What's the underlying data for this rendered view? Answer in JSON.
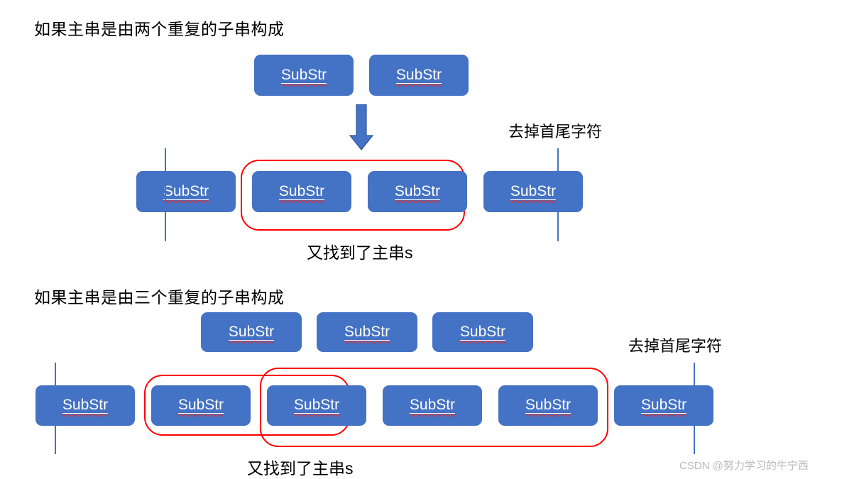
{
  "colors": {
    "box_fill": "#4472C4",
    "box_text": "#FFFFFF",
    "highlight_border": "#FF0000",
    "cut_line": "#4472C4",
    "arrow": "#4472C4",
    "background": "#FFFFFF",
    "spellcheck_underline": "#E03030",
    "watermark": "#B9B9B9"
  },
  "box_label": "SubStr",
  "sections": [
    {
      "id": "two-substrings",
      "title": "如果主串是由两个重复的子串构成",
      "source_row": {
        "boxes": [
          "SubStr",
          "SubStr"
        ]
      },
      "arrow": "down-arrow",
      "result_row": {
        "boxes": [
          "SubStr",
          "SubStr",
          "SubStr",
          "SubStr"
        ],
        "highlight_indices": [
          1,
          2
        ]
      },
      "cut_label": "去掉首尾字符",
      "caption": "又找到了主串s"
    },
    {
      "id": "three-substrings",
      "title": "如果主串是由三个重复的子串构成",
      "source_row": {
        "boxes": [
          "SubStr",
          "SubStr",
          "SubStr"
        ]
      },
      "result_row": {
        "boxes": [
          "SubStr",
          "SubStr",
          "SubStr",
          "SubStr",
          "SubStr",
          "SubStr"
        ],
        "highlight_groups": [
          [
            1,
            2
          ],
          [
            2,
            3,
            4
          ]
        ]
      },
      "cut_label": "去掉首尾字符",
      "caption": "又找到了主串s"
    }
  ],
  "watermark": "CSDN @努力学习的牛宁西"
}
